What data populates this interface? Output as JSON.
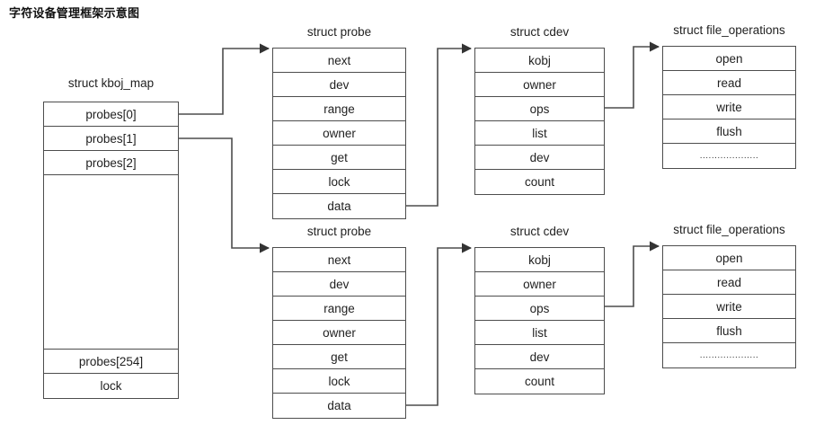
{
  "title": "字符设备管理框架示意图",
  "colors": {
    "line": "#4d4d4d",
    "text": "#1f1f1f",
    "title": "#111111",
    "background": "#ffffff"
  },
  "structs": {
    "kboj_map": {
      "caption": "struct kboj_map",
      "rows": [
        "probes[0]",
        "probes[1]",
        "probes[2]",
        "",
        "probes[254]",
        "lock"
      ]
    },
    "probe_top": {
      "caption": "struct probe",
      "rows": [
        "next",
        "dev",
        "range",
        "owner",
        "get",
        "lock",
        "data"
      ]
    },
    "probe_bottom": {
      "caption": "struct probe",
      "rows": [
        "next",
        "dev",
        "range",
        "owner",
        "get",
        "lock",
        "data"
      ]
    },
    "cdev_top": {
      "caption": "struct cdev",
      "rows": [
        "kobj",
        "owner",
        "ops",
        "list",
        "dev",
        "count"
      ]
    },
    "cdev_bottom": {
      "caption": "struct cdev",
      "rows": [
        "kobj",
        "owner",
        "ops",
        "list",
        "dev",
        "count"
      ]
    },
    "fops_top": {
      "caption": "struct file_operations",
      "rows": [
        "open",
        "read",
        "write",
        "flush",
        "...................."
      ]
    },
    "fops_bottom": {
      "caption": "struct file_operations",
      "rows": [
        "open",
        "read",
        "write",
        "flush",
        "...................."
      ]
    }
  },
  "connections": [
    {
      "from": "kboj_map.probes[0]",
      "to": "probe_top"
    },
    {
      "from": "kboj_map.probes[1]",
      "to": "probe_bottom"
    },
    {
      "from": "probe_top.data",
      "to": "cdev_top"
    },
    {
      "from": "probe_bottom.data",
      "to": "cdev_bottom"
    },
    {
      "from": "cdev_top.ops",
      "to": "fops_top"
    },
    {
      "from": "cdev_bottom.ops",
      "to": "fops_bottom"
    }
  ]
}
